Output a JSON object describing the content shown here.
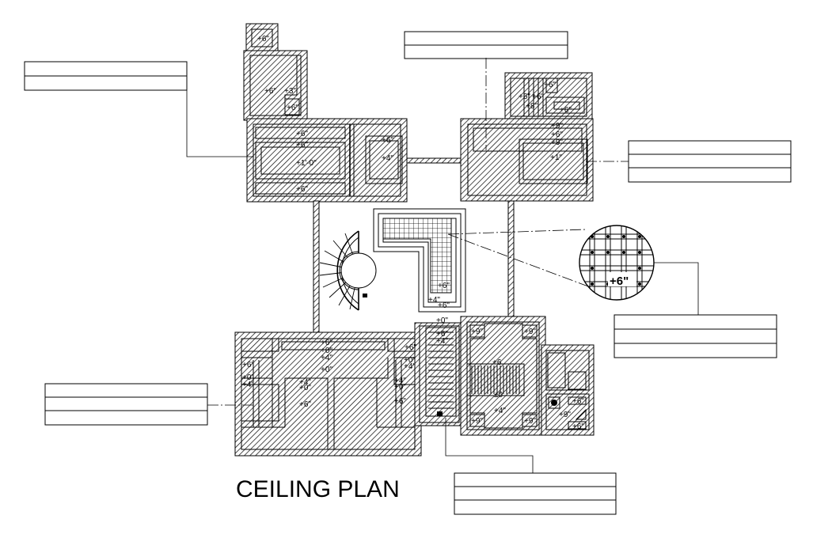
{
  "drawing_title": "CEILING PLAN",
  "levels": {
    "p6": "+6\"",
    "p3": "+3\"",
    "p4": "+4\"",
    "p9": "+9\"",
    "p1": "+1\"",
    "p1ft": "+1'-0\"",
    "p0": "+0\"",
    "pm0": "±0\"",
    "pm0b": "±0",
    "p6b": "+6",
    "p8": "+8\""
  },
  "detail_callout": {
    "label": "+6\""
  }
}
